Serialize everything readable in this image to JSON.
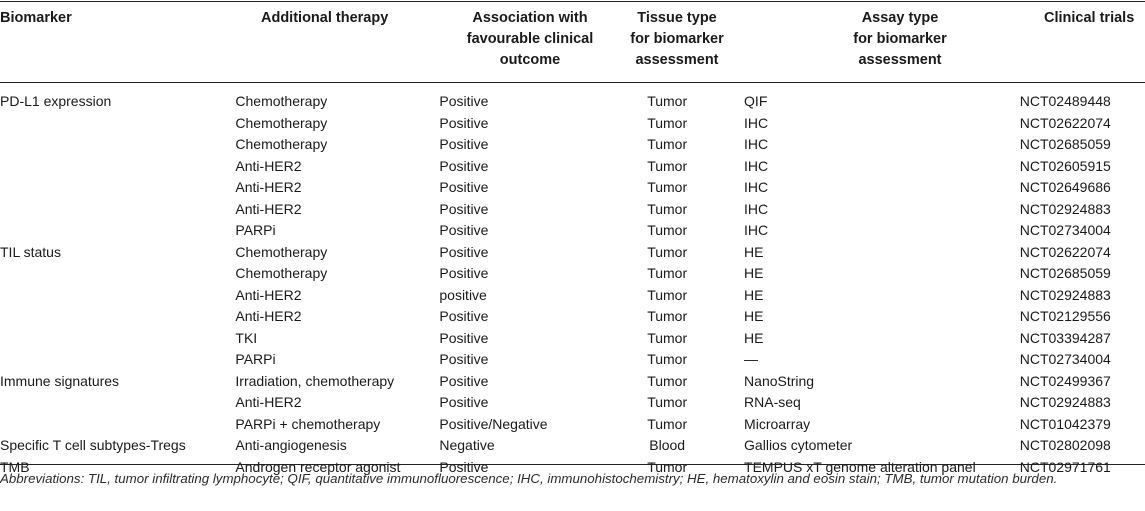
{
  "table": {
    "headers": {
      "biomarker": [
        "Biomarker"
      ],
      "therapy": [
        "Additional therapy"
      ],
      "association": [
        "Association with",
        "favourable clinical",
        "outcome"
      ],
      "tissue": [
        "Tissue type",
        "for biomarker",
        "assessment"
      ],
      "assay": [
        "Assay type",
        "for biomarker",
        "assessment"
      ],
      "trials": [
        "Clinical trials"
      ]
    },
    "rows": [
      [
        "PD-L1 expression",
        "Chemotherapy",
        "Positive",
        "Tumor",
        "QIF",
        "NCT02489448"
      ],
      [
        "",
        "Chemotherapy",
        "Positive",
        "Tumor",
        "IHC",
        "NCT02622074"
      ],
      [
        "",
        "Chemotherapy",
        "Positive",
        "Tumor",
        "IHC",
        "NCT02685059"
      ],
      [
        "",
        "Anti-HER2",
        "Positive",
        "Tumor",
        "IHC",
        "NCT02605915"
      ],
      [
        "",
        "Anti-HER2",
        "Positive",
        "Tumor",
        "IHC",
        "NCT02649686"
      ],
      [
        "",
        "Anti-HER2",
        "Positive",
        "Tumor",
        "IHC",
        "NCT02924883"
      ],
      [
        "",
        "PARPi",
        "Positive",
        "Tumor",
        "IHC",
        "NCT02734004"
      ],
      [
        "TIL status",
        "Chemotherapy",
        "Positive",
        "Tumor",
        "HE",
        "NCT02622074"
      ],
      [
        "",
        "Chemotherapy",
        "Positive",
        "Tumor",
        "HE",
        "NCT02685059"
      ],
      [
        "",
        "Anti-HER2",
        "positive",
        "Tumor",
        "HE",
        "NCT02924883"
      ],
      [
        "",
        "Anti-HER2",
        "Positive",
        "Tumor",
        "HE",
        "NCT02129556"
      ],
      [
        "",
        "TKI",
        "Positive",
        "Tumor",
        "HE",
        "NCT03394287"
      ],
      [
        "",
        "PARPi",
        "Positive",
        "Tumor",
        "—",
        "NCT02734004"
      ],
      [
        "Immune signatures",
        "Irradiation, chemotherapy",
        "Positive",
        "Tumor",
        "NanoString",
        "NCT02499367"
      ],
      [
        "",
        "Anti-HER2",
        "Positive",
        "Tumor",
        "RNA-seq",
        "NCT02924883"
      ],
      [
        "",
        "PARPi + chemotherapy",
        "Positive/Negative",
        "Tumor",
        "Microarray",
        "NCT01042379"
      ],
      [
        "Specific T cell subtypes-Tregs",
        "Anti-angiogenesis",
        "Negative",
        "Blood",
        "Gallios cytometer",
        "NCT02802098"
      ],
      [
        "TMB",
        "Androgen receptor agonist",
        "Positive",
        "Tumor",
        "TEMPUS xT genome alteration panel",
        "NCT02971761"
      ]
    ]
  },
  "footnote": "Abbreviations: TIL, tumor infiltrating lymphocyte; QIF, quantitative immunofluorescence; IHC, immunohistochemistry; HE, hematoxylin and eosin stain; TMB, tumor mutation burden."
}
